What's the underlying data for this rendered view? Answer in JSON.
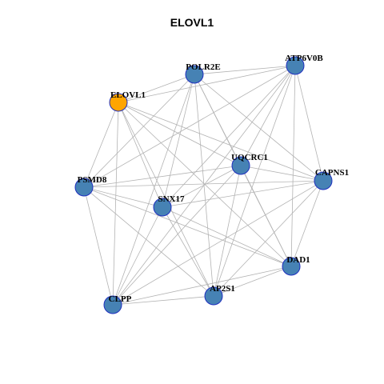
{
  "title": "ELOVL1",
  "colors": {
    "node_default": "#4682b4",
    "node_highlight": "#ffa500",
    "node_border": "#1f2fbf",
    "edge": "#b3b3b3"
  },
  "nodes": [
    {
      "id": "ELOVL1",
      "label": "ELOVL1",
      "highlight": true
    },
    {
      "id": "POLR2E",
      "label": "POLR2E"
    },
    {
      "id": "ATP6V0B",
      "label": "ATP6V0B"
    },
    {
      "id": "UQCRC1",
      "label": "UQCRC1"
    },
    {
      "id": "CAPNS1",
      "label": "CAPNS1"
    },
    {
      "id": "PSMD8",
      "label": "PSMD8"
    },
    {
      "id": "SNX17",
      "label": "SNX17"
    },
    {
      "id": "DAD1",
      "label": "DAD1"
    },
    {
      "id": "AP2S1",
      "label": "AP2S1"
    },
    {
      "id": "CLPP",
      "label": "CLPP"
    }
  ],
  "edges": [
    [
      "ELOVL1",
      "POLR2E"
    ],
    [
      "ELOVL1",
      "ATP6V0B"
    ],
    [
      "ELOVL1",
      "UQCRC1"
    ],
    [
      "ELOVL1",
      "CAPNS1"
    ],
    [
      "ELOVL1",
      "PSMD8"
    ],
    [
      "ELOVL1",
      "SNX17"
    ],
    [
      "ELOVL1",
      "DAD1"
    ],
    [
      "ELOVL1",
      "AP2S1"
    ],
    [
      "ELOVL1",
      "CLPP"
    ],
    [
      "POLR2E",
      "ATP6V0B"
    ],
    [
      "POLR2E",
      "UQCRC1"
    ],
    [
      "POLR2E",
      "CAPNS1"
    ],
    [
      "POLR2E",
      "PSMD8"
    ],
    [
      "POLR2E",
      "SNX17"
    ],
    [
      "POLR2E",
      "DAD1"
    ],
    [
      "POLR2E",
      "AP2S1"
    ],
    [
      "POLR2E",
      "CLPP"
    ],
    [
      "ATP6V0B",
      "UQCRC1"
    ],
    [
      "ATP6V0B",
      "CAPNS1"
    ],
    [
      "ATP6V0B",
      "PSMD8"
    ],
    [
      "ATP6V0B",
      "SNX17"
    ],
    [
      "ATP6V0B",
      "DAD1"
    ],
    [
      "ATP6V0B",
      "AP2S1"
    ],
    [
      "ATP6V0B",
      "CLPP"
    ],
    [
      "UQCRC1",
      "CAPNS1"
    ],
    [
      "UQCRC1",
      "PSMD8"
    ],
    [
      "UQCRC1",
      "SNX17"
    ],
    [
      "UQCRC1",
      "DAD1"
    ],
    [
      "UQCRC1",
      "AP2S1"
    ],
    [
      "UQCRC1",
      "CLPP"
    ],
    [
      "CAPNS1",
      "PSMD8"
    ],
    [
      "CAPNS1",
      "SNX17"
    ],
    [
      "CAPNS1",
      "DAD1"
    ],
    [
      "CAPNS1",
      "AP2S1"
    ],
    [
      "CAPNS1",
      "CLPP"
    ],
    [
      "PSMD8",
      "SNX17"
    ],
    [
      "PSMD8",
      "DAD1"
    ],
    [
      "PSMD8",
      "AP2S1"
    ],
    [
      "PSMD8",
      "CLPP"
    ],
    [
      "SNX17",
      "DAD1"
    ],
    [
      "SNX17",
      "AP2S1"
    ],
    [
      "SNX17",
      "CLPP"
    ],
    [
      "DAD1",
      "AP2S1"
    ],
    [
      "DAD1",
      "CLPP"
    ],
    [
      "AP2S1",
      "CLPP"
    ]
  ]
}
